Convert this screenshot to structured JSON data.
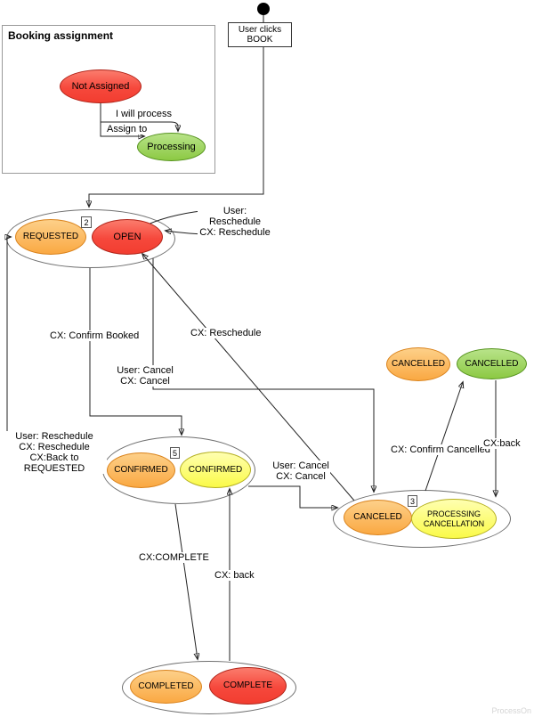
{
  "frame": {
    "title": "Booking assignment"
  },
  "start": {
    "box_label": "User clicks\nBOOK"
  },
  "states": {
    "not_assigned": {
      "label": "Not Assigned",
      "color": "red"
    },
    "processing": {
      "label": "Processing",
      "color": "green"
    },
    "requested": {
      "label": "REQUESTED",
      "color": "orange"
    },
    "open": {
      "label": "OPEN",
      "color": "red"
    },
    "confirmed_orange": {
      "label": "CONFIRMED",
      "color": "orange"
    },
    "confirmed_yellow": {
      "label": "CONFIRMED",
      "color": "yellow"
    },
    "cancelled_orange": {
      "label": "CANCELLED",
      "color": "orange"
    },
    "cancelled_green": {
      "label": "CANCELLED",
      "color": "green"
    },
    "canceled": {
      "label": "CANCELED",
      "color": "orange"
    },
    "processing_cancellation": {
      "label": "PROCESSING\nCANCELLATION",
      "color": "yellow"
    },
    "completed": {
      "label": "COMPLETED",
      "color": "orange"
    },
    "complete": {
      "label": "COMPLETE",
      "color": "red"
    }
  },
  "badges": {
    "requested_open": "2",
    "confirmed": "5",
    "cancellation": "3"
  },
  "transitions": {
    "i_will_process": "I will process",
    "assign_to": "Assign to",
    "open_reschedule": "User: Reschedule\nCX: Reschedule",
    "confirm_booked": "CX: Confirm Booked",
    "cancel_from_open": "User: Cancel\nCX: Cancel",
    "reschedule_from_cancel": "CX: Reschedule",
    "back_to_requested": "User: Reschedule\nCX: Reschedule\nCX:Back to REQUESTED",
    "cancel_from_confirmed": "User: Cancel\nCX: Cancel",
    "confirm_cancelled": "CX: Confirm Cancelled",
    "back_from_cancelled": "CX:back",
    "cx_complete": "CX:COMPLETE",
    "back_from_completed": "CX: back"
  },
  "palette": {
    "red_fill": "#f6483c",
    "red_stroke": "#b02318",
    "orange_fill": "#faa842",
    "orange_stroke": "#da831c",
    "yellow_fill": "#fafa48",
    "yellow_stroke": "#b5b022",
    "green_fill": "#8cc943",
    "green_stroke": "#56931f",
    "composite_outline": "#707070"
  },
  "watermark": "ProcessOn"
}
